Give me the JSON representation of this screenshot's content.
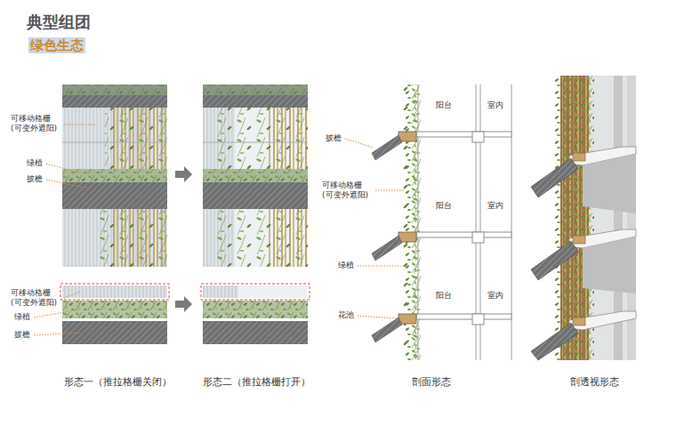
{
  "diagram": {
    "title": "典型组团",
    "labels": [
      "绿色生态",
      "可移动格栅 (可变外遮阳)",
      "绿植",
      "披檐",
      "可移动格栅 (可变外遮阳)",
      "绿植",
      "披檐",
      "披檐",
      "阳台",
      "室内",
      "可移动格栅 (可变外遮阳)",
      "阳台",
      "室内",
      "绿植",
      "阳台",
      "室内",
      "花池",
      "形态一（推拉格栅关闭）",
      "形态二（推拉格栅打开）",
      "剖面形态",
      "剖透视形态"
    ]
  }
}
